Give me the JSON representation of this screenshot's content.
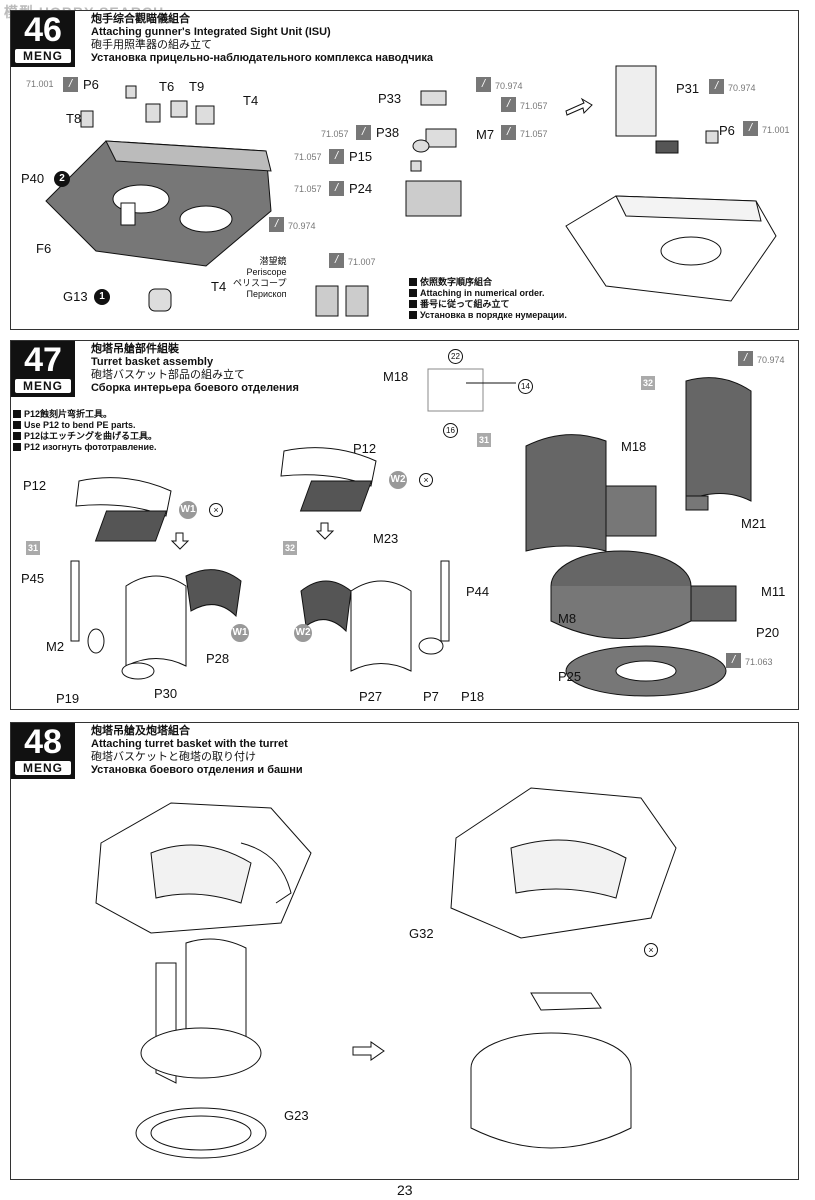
{
  "watermark": "模型 HOBBY SEARCH",
  "page_number": "23",
  "step46": {
    "num": "46",
    "brand": "MENG",
    "title_cn": "炮手综合觀瞄儀組合",
    "title_en": "Attaching gunner's Integrated Sight Unit (ISU)",
    "title_jp": "砲手用照準器の組み立て",
    "title_ru": "Установка прицельно-наблюдательного комплекса наводчика",
    "labels": {
      "P6a": "P6",
      "T6": "T6",
      "T9": "T9",
      "T8": "T8",
      "T4a": "T4",
      "P40": "P40",
      "F6": "F6",
      "T4b": "T4",
      "G13": "G13",
      "P33": "P33",
      "P38": "P38",
      "M7": "M7",
      "P15": "P15",
      "P24": "P24",
      "P31": "P31",
      "P6b": "P6"
    },
    "codes": {
      "c1": "71.001",
      "c2": "70.974",
      "c3": "71.057",
      "c4": "71.057",
      "c5": "71.057",
      "c6": "71.057",
      "c7": "71.057",
      "c8": "70.974",
      "c9": "71.007",
      "c10": "70.974",
      "c11": "71.001"
    },
    "periscope": [
      "潜望鏡",
      "Periscope",
      "ペリスコープ",
      "Перископ"
    ],
    "notes": [
      "依照数字順序組合",
      "Attaching in numerical order.",
      "番号に従って組み立て",
      "Установка в порядке нумерации."
    ],
    "p40_num": "2",
    "g13_num": "1"
  },
  "step47": {
    "num": "47",
    "brand": "MENG",
    "title_cn": "炮塔吊艙部件組裝",
    "title_en": "Turret basket assembly",
    "title_jp": "砲塔バスケット部品の組み立て",
    "title_ru": "Сборка интерьера боевого отделения",
    "notes": [
      "P12蝕刻片弯折工具。",
      "Use P12 to bend PE parts.",
      "P12はエッチングを曲げる工具。",
      "P12 изогнуть фототравление."
    ],
    "labels": {
      "M18a": "M18",
      "P12a": "P12",
      "P12b": "P12",
      "P45": "P45",
      "M2": "M2",
      "P28": "P28",
      "P19": "P19",
      "P30": "P30",
      "M23": "M23",
      "P44": "P44",
      "P27": "P27",
      "P7": "P7",
      "P18": "P18",
      "M18b": "M18",
      "M21": "M21",
      "M11": "M11",
      "M8": "M8",
      "P20": "P20",
      "P25": "P25"
    },
    "refs": {
      "r31a": "31",
      "r32a": "32",
      "r31b": "31",
      "r32b": "32"
    },
    "circles": {
      "n22": "22",
      "n14": "14",
      "n16": "16"
    },
    "w": {
      "w1a": "W1",
      "w2a": "W2",
      "w1b": "W1",
      "w2b": "W2"
    },
    "codes": {
      "c1": "70.974",
      "c2": "71.063"
    }
  },
  "step48": {
    "num": "48",
    "brand": "MENG",
    "title_cn": "炮塔吊艙及炮塔組合",
    "title_en": "Attaching turret basket with the turret",
    "title_jp": "砲塔バスケットと砲塔の取り付け",
    "title_ru": "Установка боевого отделения и башни",
    "labels": {
      "G32": "G32",
      "G23": "G23"
    }
  }
}
